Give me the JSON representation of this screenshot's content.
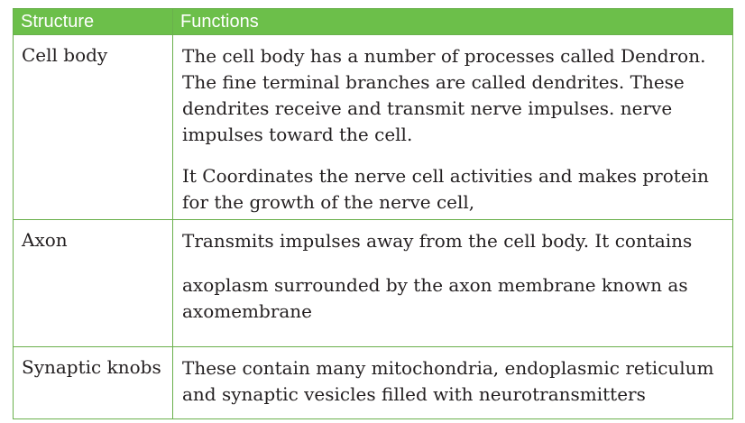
{
  "table": {
    "header": {
      "structure": "Structure",
      "functions": "Functions"
    },
    "rows": [
      {
        "structure": "Cell body",
        "paragraphs": [
          "The cell body has a number of processes called Dendron. The fine terminal branches are called dendrites. These dendrites receive and transmit nerve impulses.  nerve impulses toward the cell.",
          "It Coordinates the nerve cell activities and makes protein for the growth of the nerve cell,"
        ]
      },
      {
        "structure": "Axon",
        "paragraphs": [
          "Transmits impulses away from the cell body. It contains",
          "axoplasm surrounded by the axon membrane known as axomembrane"
        ]
      },
      {
        "structure": "Synaptic knobs",
        "paragraphs": [
          "These contain many mitochondria, endoplasmic reticulum and synaptic  vesicles filled with neurotransmitters"
        ]
      }
    ]
  },
  "colors": {
    "header_bg": "#6cbf4a",
    "border": "#6ab04c",
    "header_text": "#ffffff",
    "body_text": "#231f20"
  }
}
